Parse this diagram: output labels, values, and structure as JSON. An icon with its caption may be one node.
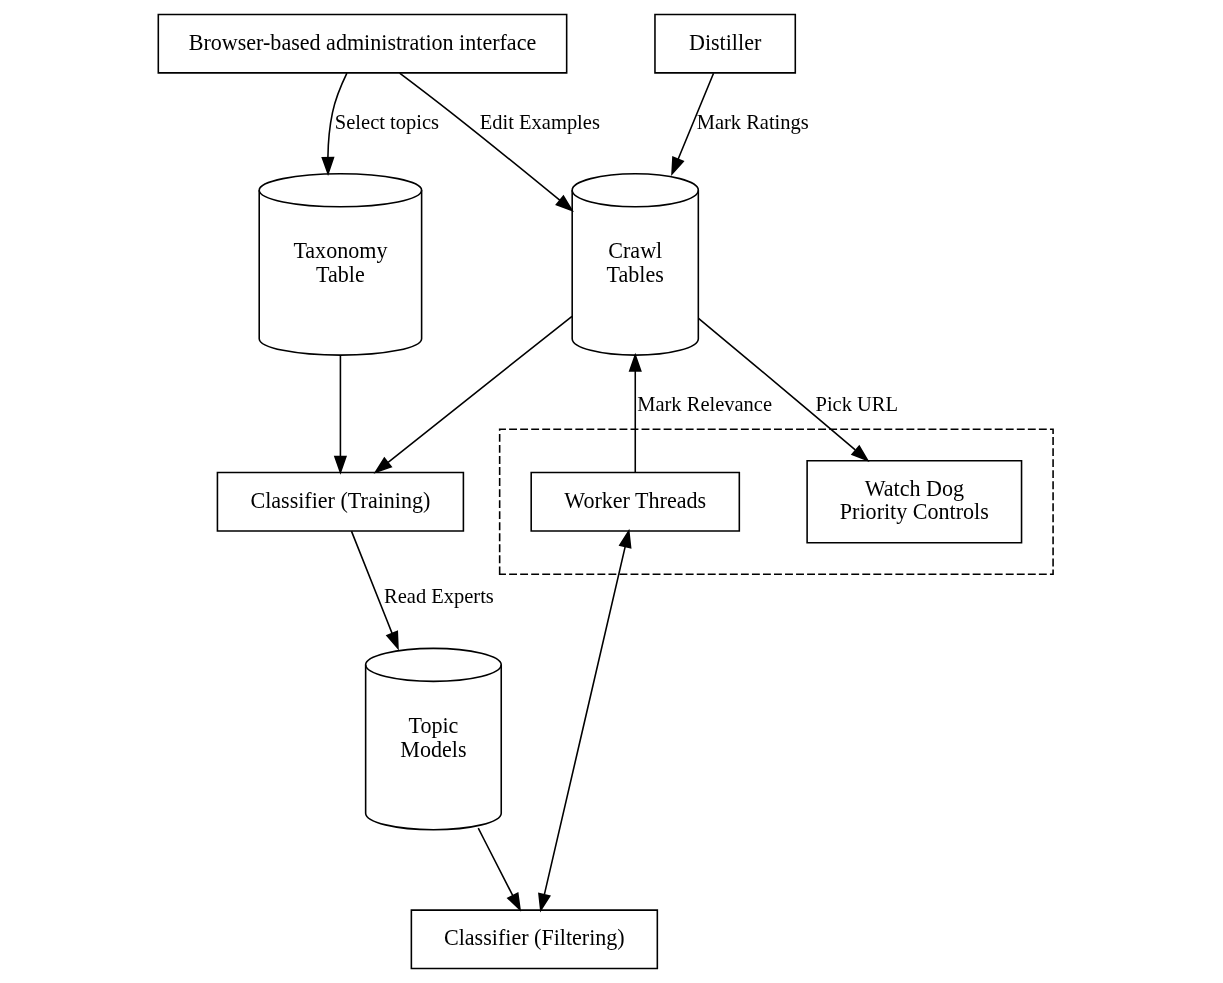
{
  "diagram": {
    "nodes": [
      {
        "text": [
          "Browser-based administration interface"
        ]
      },
      {
        "text": [
          "Distiller"
        ]
      },
      {
        "text": [],
        "shape": "box"
      },
      {
        "text": [
          "Watch Dog",
          "Priority Controls"
        ],
        "in": 2
      },
      {
        "text": [
          "Worker Threads"
        ],
        "in": 2
      },
      {
        "text": [
          "Taxonomy",
          "Table"
        ]
      },
      {
        "text": [
          "Crawl",
          "Tables"
        ]
      },
      {
        "text": [
          "Topic",
          "Models"
        ]
      },
      {
        "text": [
          "Classifier (Filtering)"
        ]
      },
      {
        "text": [
          "Classifier (Training)"
        ]
      }
    ],
    "edges": [
      {
        "from": 0,
        "to": 5,
        "label": "Select topics",
        "arrow": "to"
      },
      {
        "from": 0,
        "to": 6,
        "label": "Edit Examples",
        "arrow": "to"
      },
      {
        "from": 1,
        "to": 6,
        "label": "Mark Ratings",
        "arrow": "to"
      },
      {
        "from": 6,
        "to": 3,
        "label": "Pick URL",
        "arrow": "to"
      },
      {
        "from": 4,
        "to": 6,
        "label": "Mark Relevance",
        "arrow": "to"
      },
      {
        "from": 5,
        "to": 9,
        "arrow": "to"
      },
      {
        "from": 6,
        "to": 9,
        "arrow": "to"
      },
      {
        "from": 9,
        "to": 7,
        "label": "Read Experts",
        "arrow": "to"
      },
      {
        "from": 7,
        "to": 8,
        "arrow": "to"
      },
      {
        "from": 4,
        "to": 8,
        "arrow": "both"
      }
    ]
  }
}
